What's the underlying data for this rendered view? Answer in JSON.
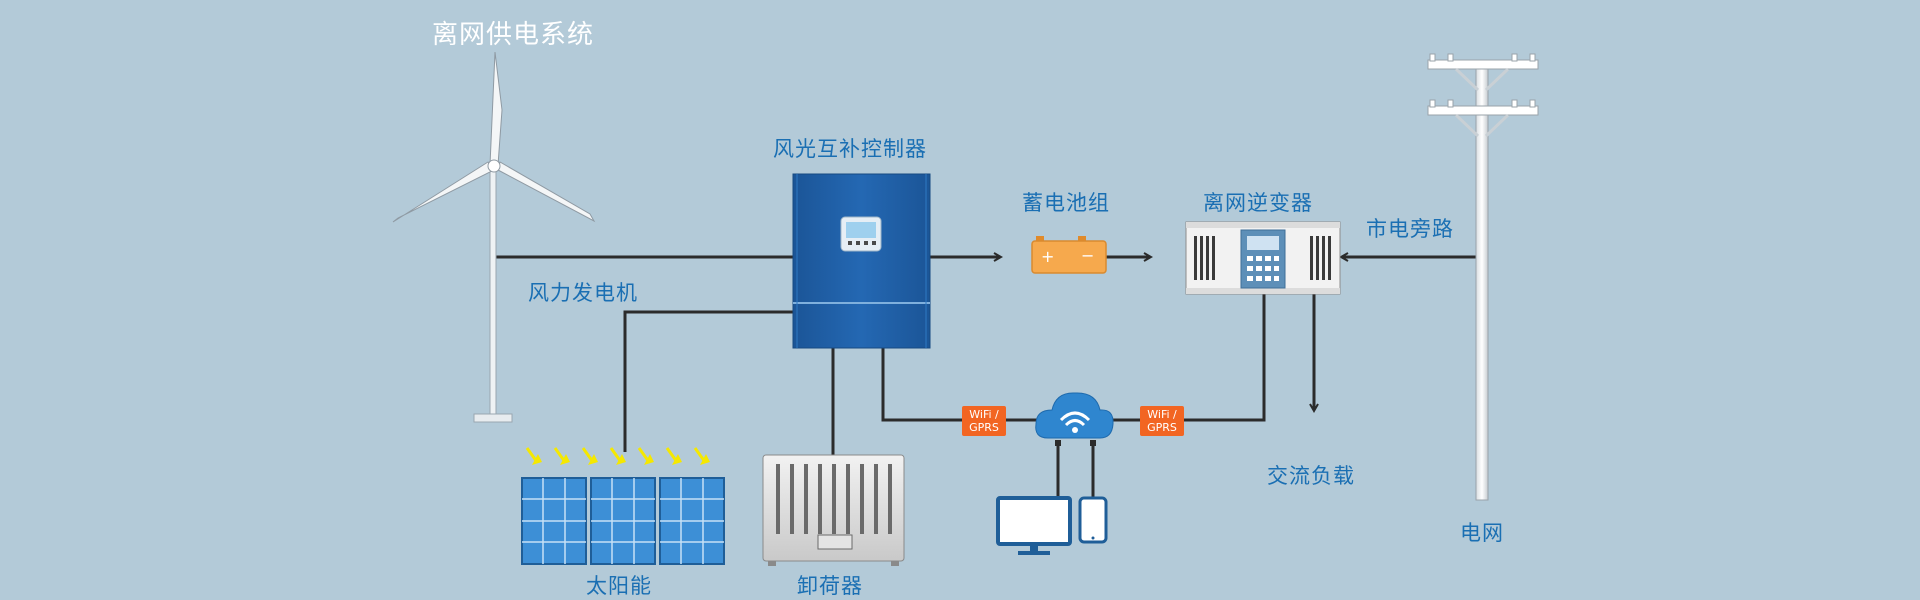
{
  "title": "离网供电系统",
  "labels": {
    "wind_turbine": "风力发电机",
    "controller": "风光互补控制器",
    "battery": "蓄电池组",
    "inverter": "离网逆变器",
    "bypass": "市电旁路",
    "ac_load": "交流负载",
    "grid": "电网",
    "solar": "太阳能",
    "dump_load": "卸荷器"
  },
  "tags": {
    "left": "WiFi / GPRS",
    "right": "WiFi / GPRS"
  },
  "colors": {
    "background": "#b3cad8",
    "label": "#1a6fb3",
    "controller": "#1f5ea6",
    "tag": "#f26522",
    "battery": "#f6a94d",
    "line": "#2b2b2b"
  }
}
